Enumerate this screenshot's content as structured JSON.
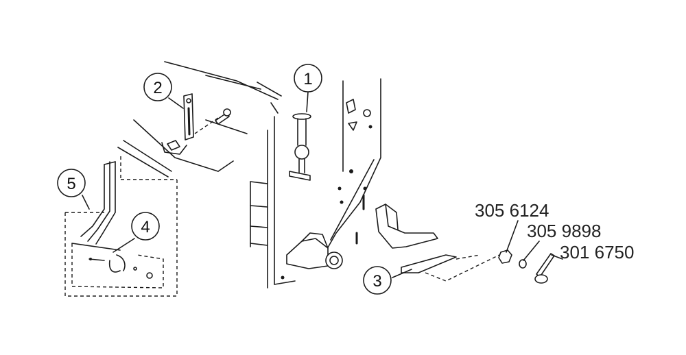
{
  "callouts": [
    {
      "id": "1",
      "label": "1"
    },
    {
      "id": "2",
      "label": "2"
    },
    {
      "id": "3",
      "label": "3"
    },
    {
      "id": "4",
      "label": "4"
    },
    {
      "id": "5",
      "label": "5"
    }
  ],
  "part_numbers": {
    "nut": "305 6124",
    "washer": "305 9898",
    "bolt": "301 6750"
  }
}
